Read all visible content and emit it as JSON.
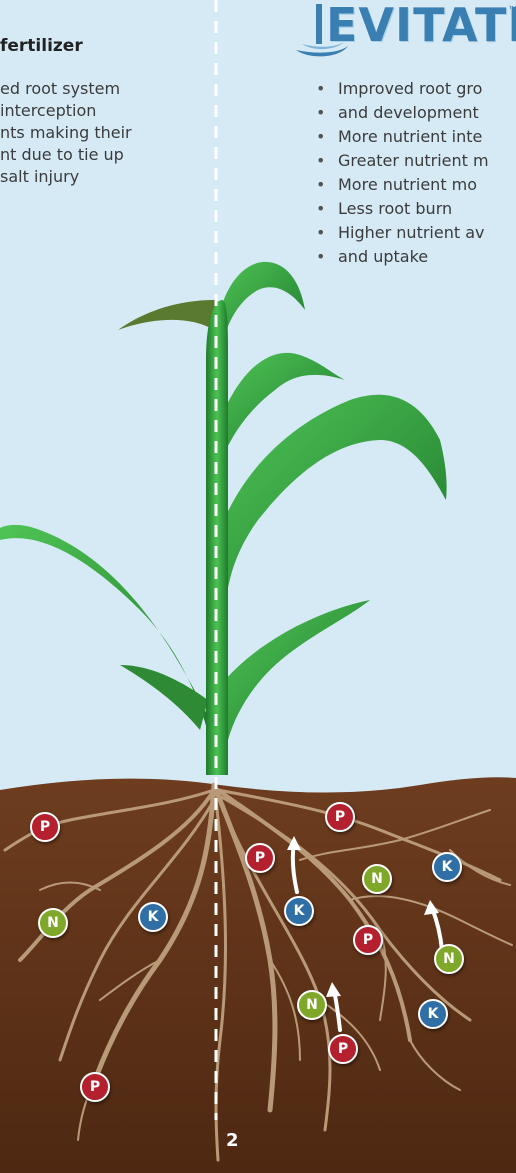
{
  "left_panel": {
    "heading": "fertilizer",
    "lines": [
      "ed root system",
      " interception",
      "nts making their",
      "nt due to tie up",
      "salt injury"
    ]
  },
  "logo": {
    "text": "EVITATE",
    "tm": "™"
  },
  "benefits": [
    "Improved root gro",
    "and development",
    "More nutrient inte",
    "Greater nutrient m",
    "More nutrient mo",
    "Less root burn",
    "Higher nutrient av",
    "and uptake"
  ],
  "nutrient_badges": [
    {
      "label": "P",
      "color": "#b5202e"
    },
    {
      "label": "N",
      "color": "#7fa82a"
    },
    {
      "label": "K",
      "color": "#2f6fa6"
    }
  ],
  "page_number": "2",
  "colors": {
    "sky": "#d6eaf6",
    "soil": "#6b3a1d",
    "leaf": "#2e9a3e",
    "root": "#b99a78"
  }
}
